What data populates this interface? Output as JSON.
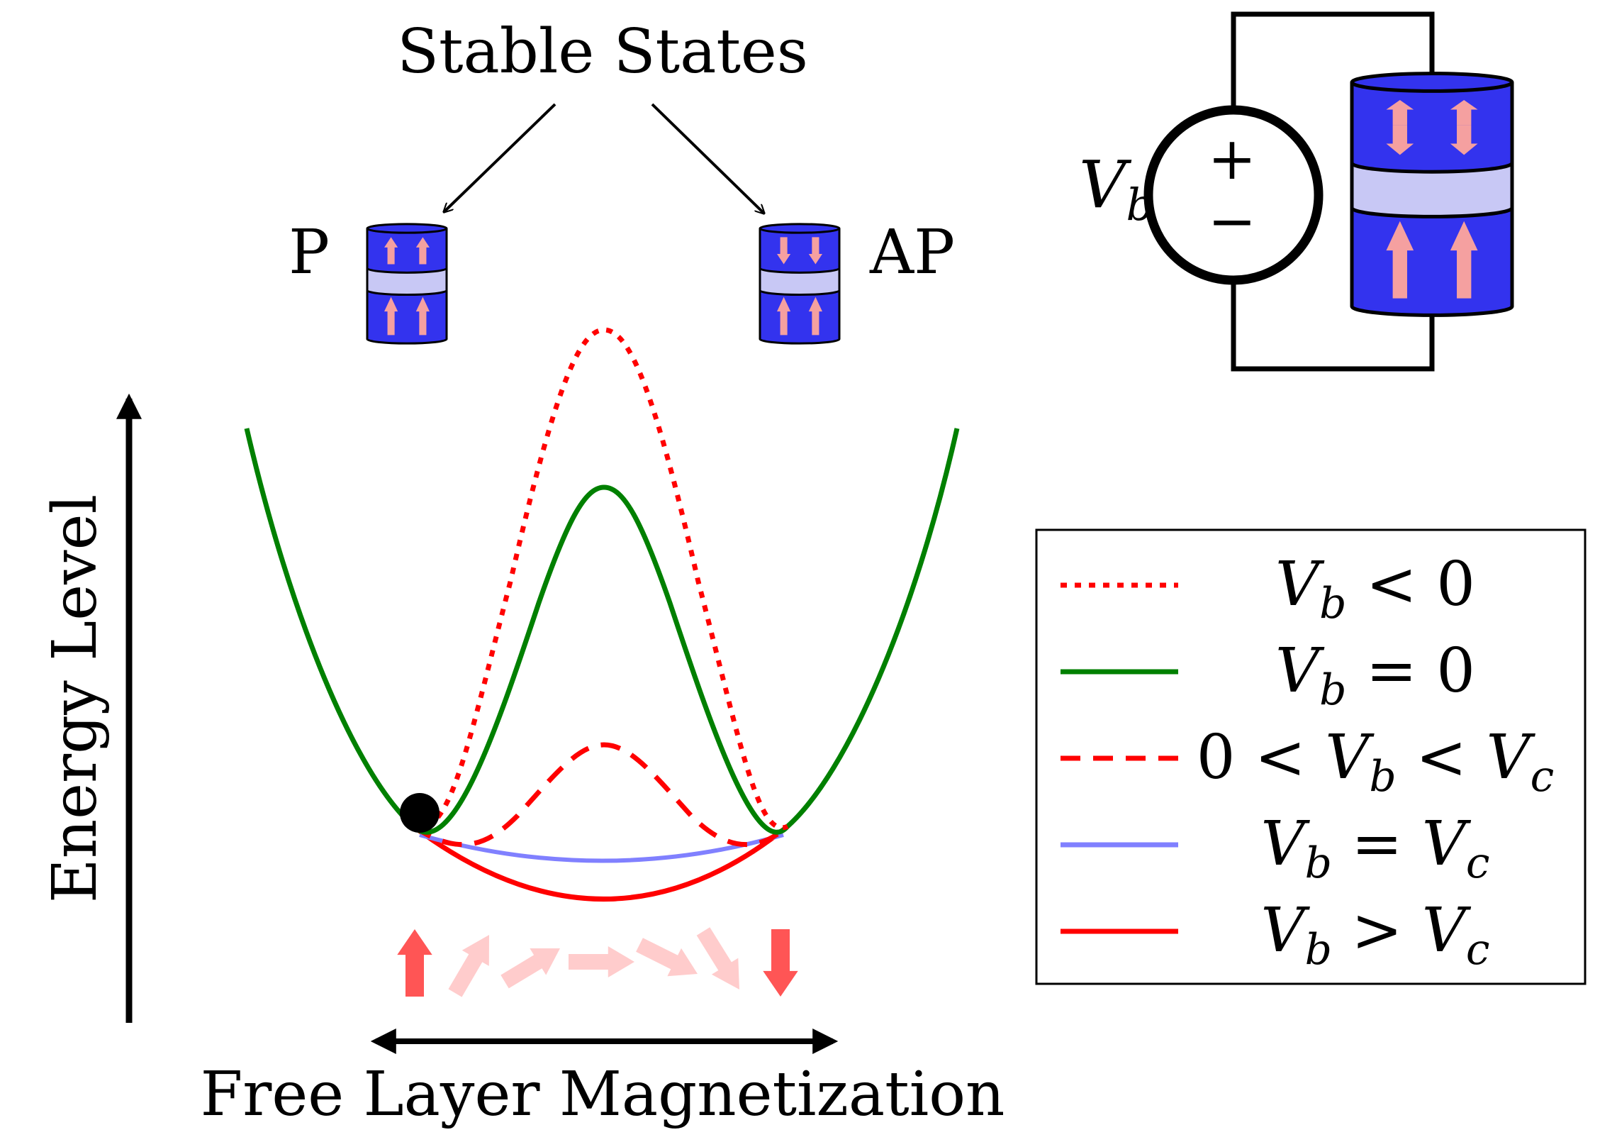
{
  "header": {
    "title": "Stable States"
  },
  "states": {
    "parallel": "P",
    "antiparallel": "AP"
  },
  "circuit": {
    "source_label": "V",
    "source_subscript": "b",
    "plus": "+",
    "minus": "−"
  },
  "axes": {
    "y_label": "Energy Level",
    "x_label": "Free Layer Magnetization"
  },
  "legend": {
    "items": [
      {
        "key": "vb_neg",
        "parts": [
          [
            "i",
            "V"
          ],
          [
            "s",
            "b"
          ],
          [
            "n",
            " < 0"
          ]
        ],
        "color": "#ff0000",
        "style": "dotted"
      },
      {
        "key": "vb_zero",
        "parts": [
          [
            "i",
            "V"
          ],
          [
            "s",
            "b"
          ],
          [
            "n",
            " = 0"
          ]
        ],
        "color": "#008000",
        "style": "solid"
      },
      {
        "key": "vb_mid",
        "parts": [
          [
            "n",
            "0 < "
          ],
          [
            "i",
            "V"
          ],
          [
            "s",
            "b"
          ],
          [
            "n",
            " < "
          ],
          [
            "i",
            "V"
          ],
          [
            "s",
            "c"
          ]
        ],
        "color": "#ff0000",
        "style": "dashed"
      },
      {
        "key": "vb_crit",
        "parts": [
          [
            "i",
            "V"
          ],
          [
            "s",
            "b"
          ],
          [
            "n",
            " = "
          ],
          [
            "i",
            "V"
          ],
          [
            "s",
            "c"
          ]
        ],
        "color": "#8080ff",
        "style": "solid"
      },
      {
        "key": "vb_high",
        "parts": [
          [
            "i",
            "V"
          ],
          [
            "s",
            "b"
          ],
          [
            "n",
            " > "
          ],
          [
            "i",
            "V"
          ],
          [
            "s",
            "c"
          ]
        ],
        "color": "#ff0000",
        "style": "solid"
      }
    ]
  },
  "colors": {
    "mtj_layer": "#3333ee",
    "barrier": "#c8c8f5",
    "spin_arrow": "#f5a0a0",
    "magnetization_arrow": "#ff5555",
    "ball": "#000000"
  },
  "icons": [
    "down-arrow-icon",
    "up-arrow-icon",
    "voltage-source-icon",
    "mtj-cylinder-icon",
    "ball-icon"
  ]
}
